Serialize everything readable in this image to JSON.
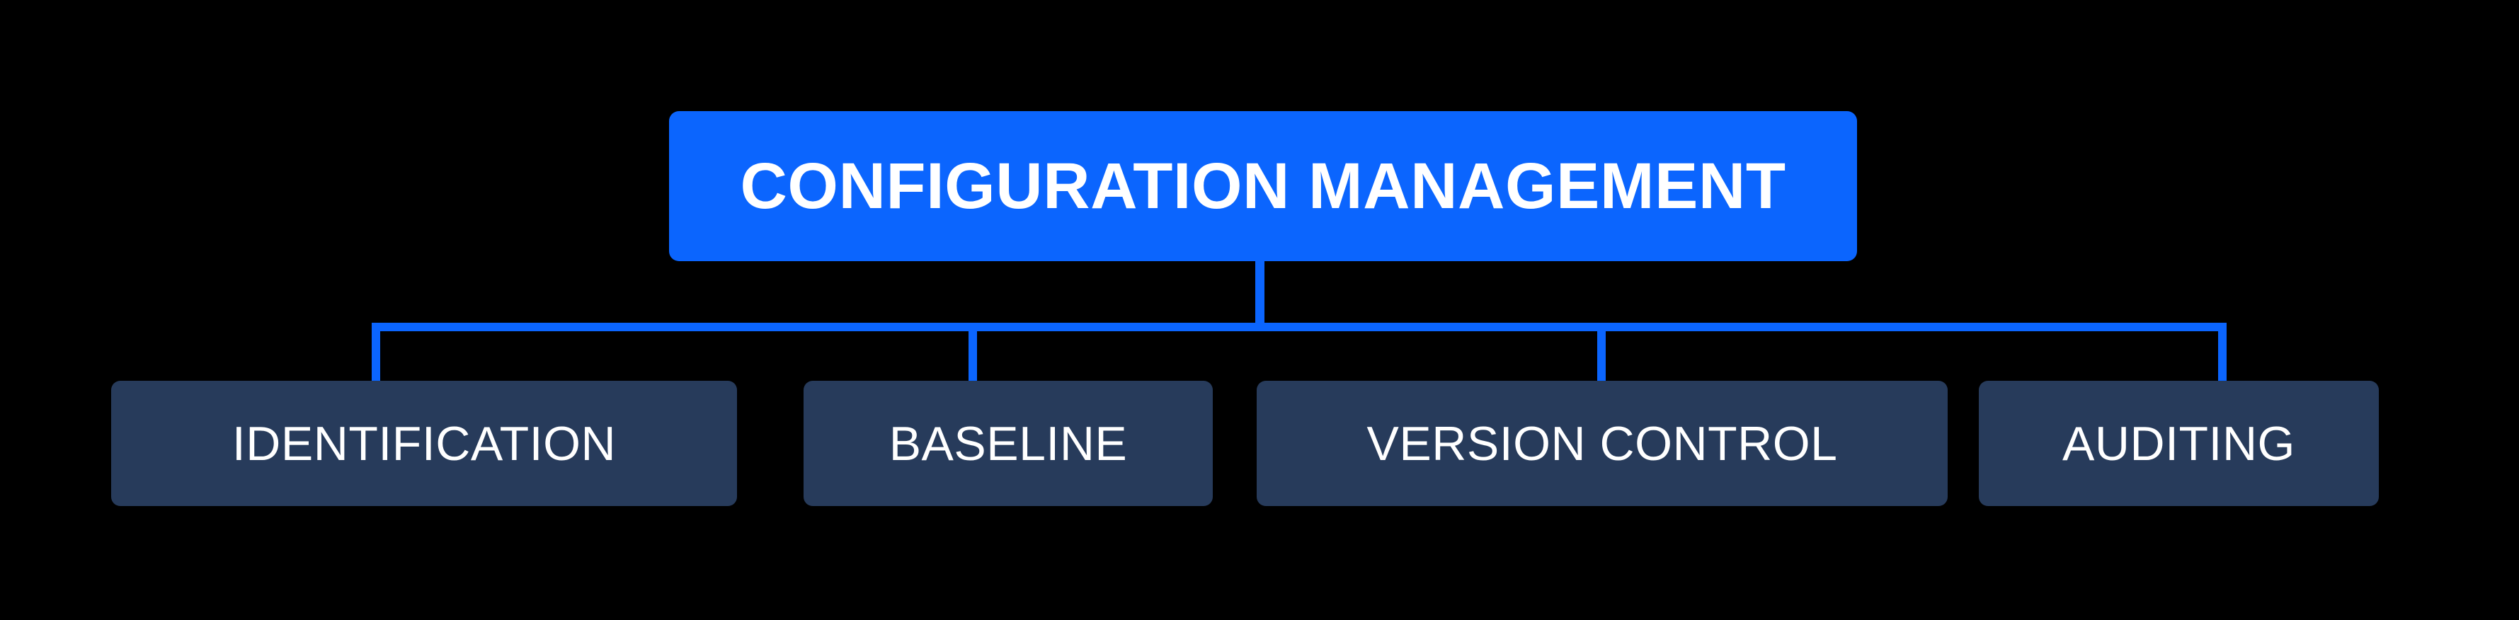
{
  "diagram": {
    "type": "hierarchy-tree",
    "background_color": "#000000",
    "accent_color": "#0B65FE",
    "node_color": "#273B5B",
    "text_color": "#FFFFFF",
    "root": {
      "label": "CONFIGURATION MANAGEMENT"
    },
    "children": [
      {
        "label": "IDENTIFICATION"
      },
      {
        "label": "BASELINE"
      },
      {
        "label": "VERSION CONTROL"
      },
      {
        "label": "AUDITING"
      }
    ]
  }
}
